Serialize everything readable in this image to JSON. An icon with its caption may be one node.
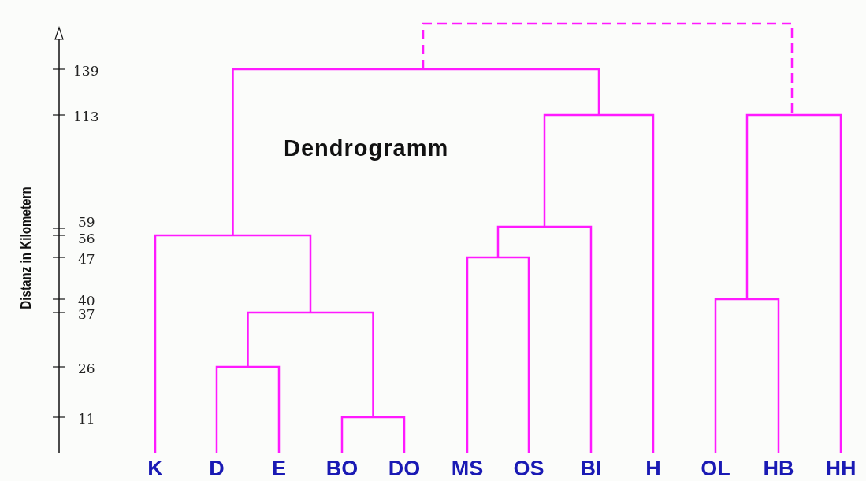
{
  "diagram": {
    "title": "Dendrogramm",
    "labels": [
      "139",
      "113",
      "59",
      "56",
      "47",
      "40",
      "37",
      "26",
      "11",
      "Distanz in Kilometern",
      "K",
      "D",
      "E",
      "BO",
      "DO",
      "MS",
      "OS",
      "BI",
      "H",
      "OL",
      "HB",
      "HH"
    ]
  }
}
